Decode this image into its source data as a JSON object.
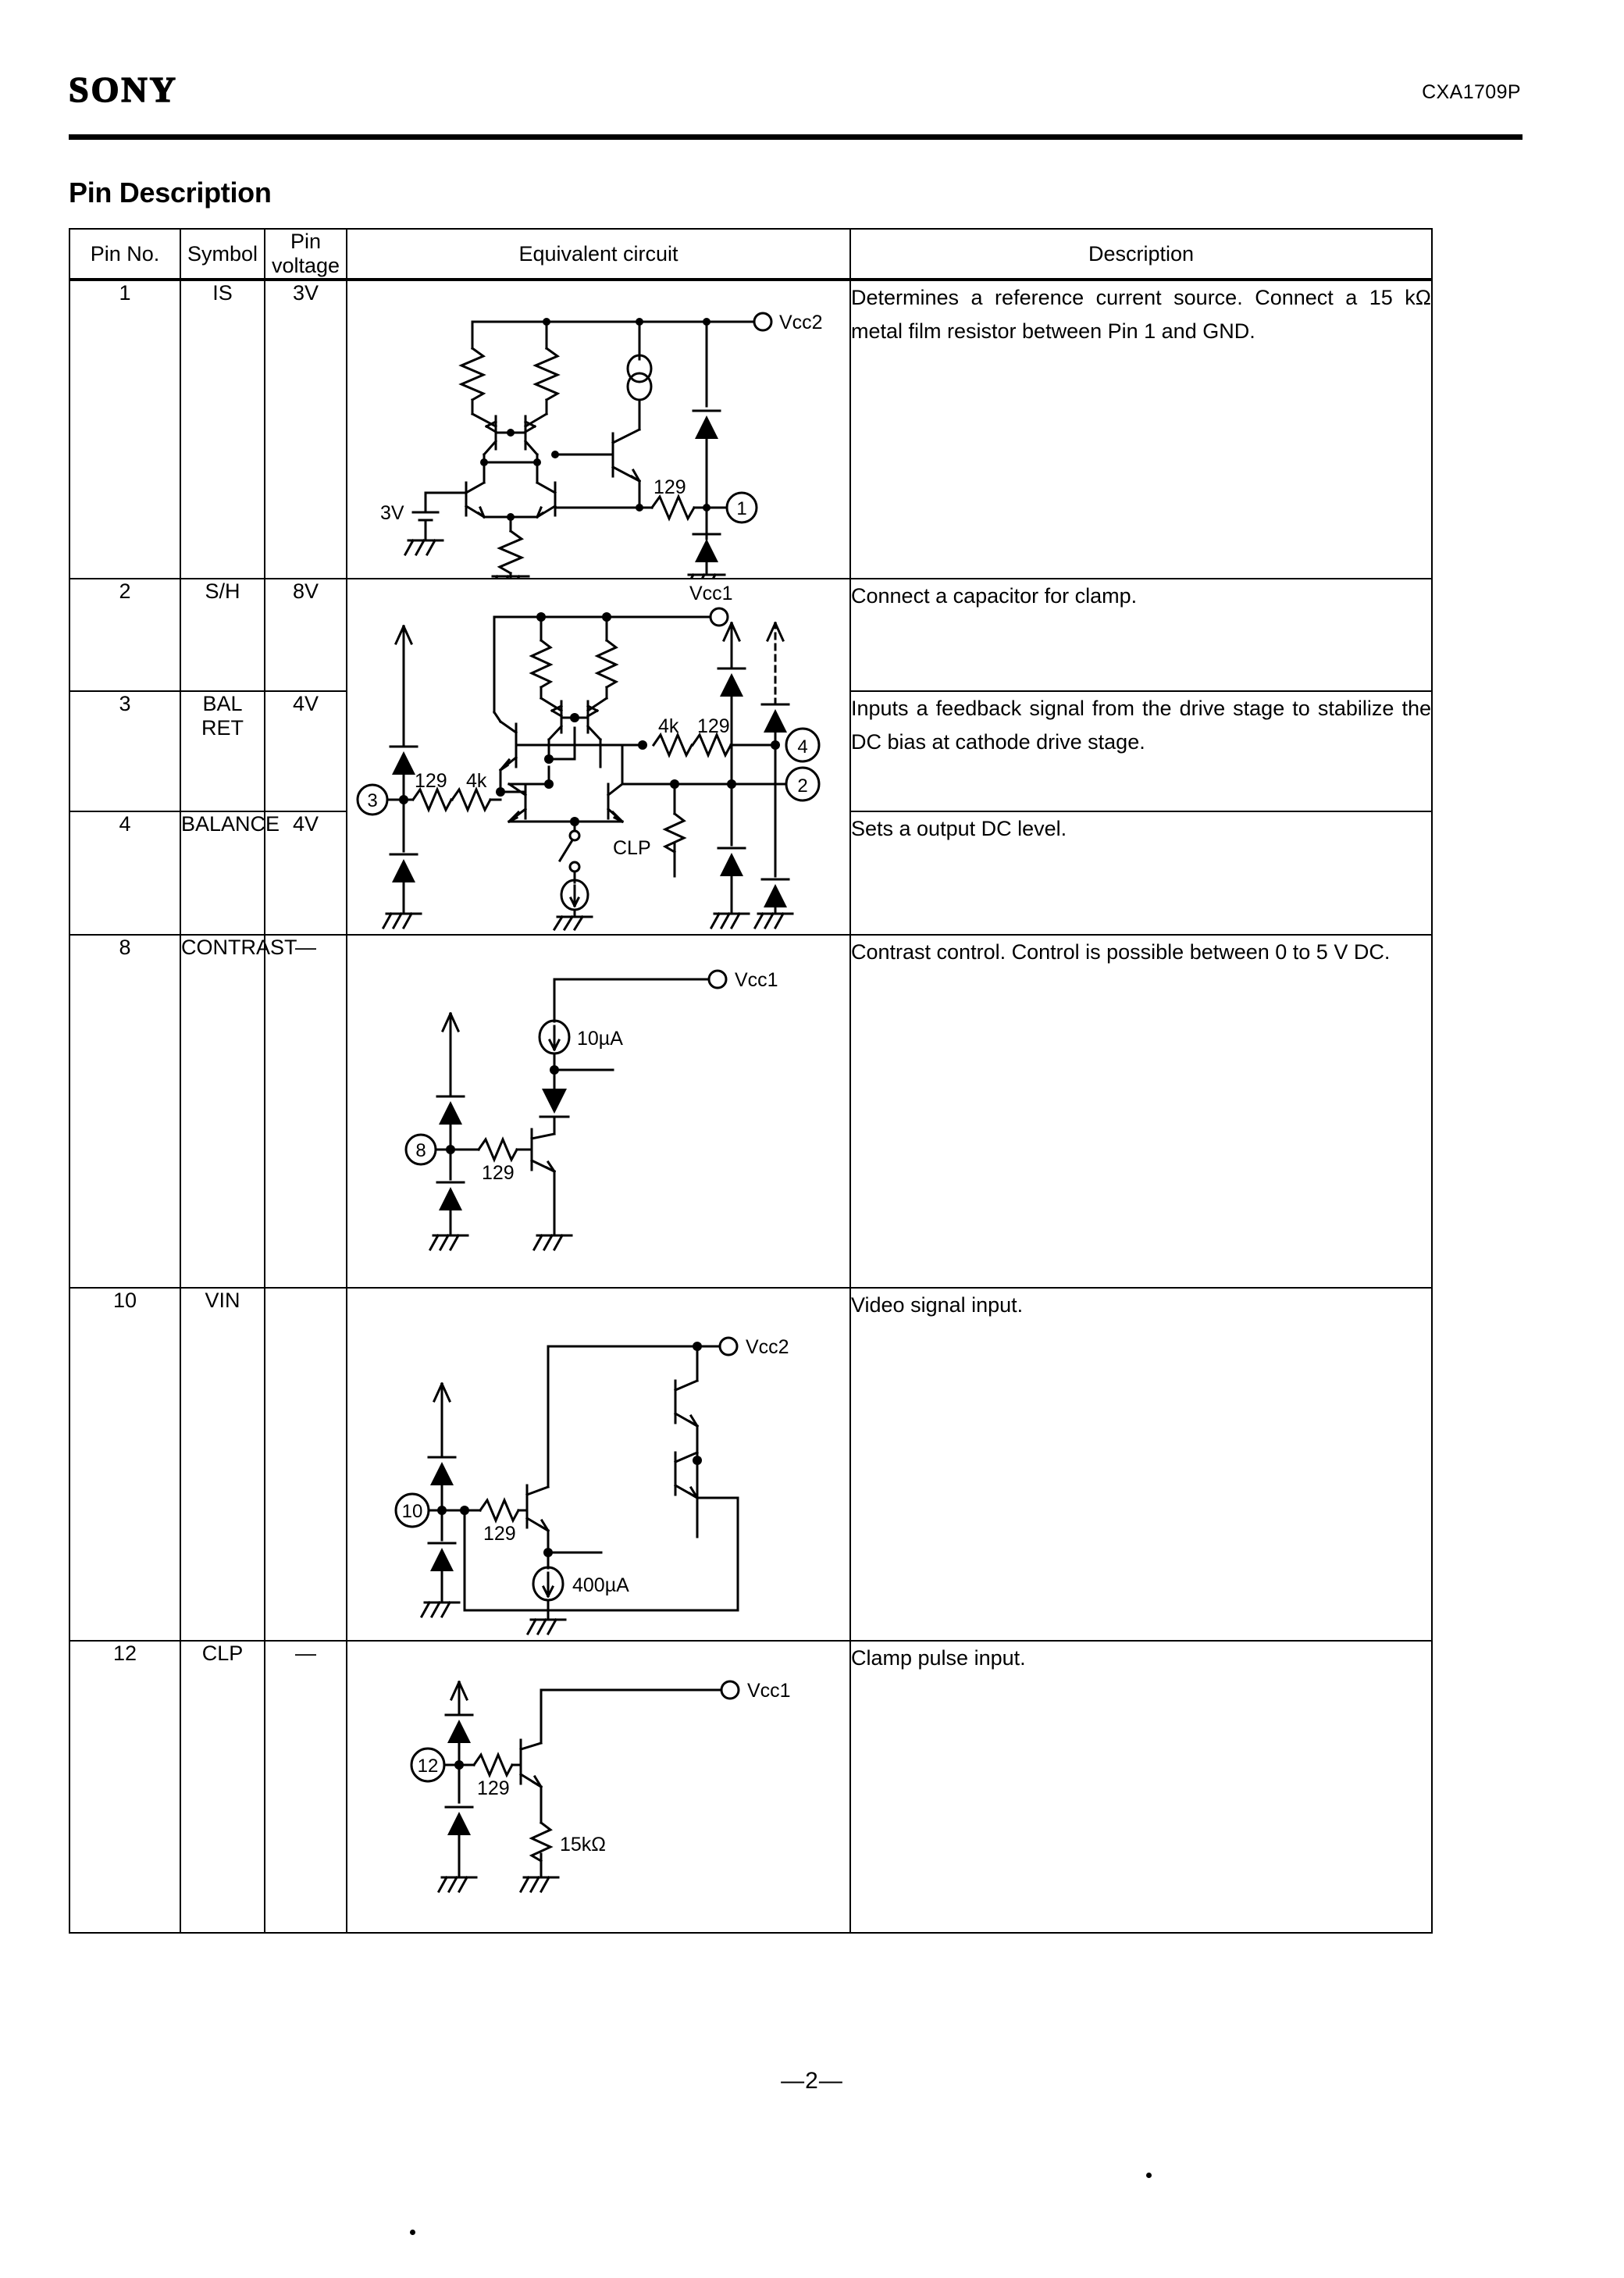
{
  "header": {
    "brand": "SONY",
    "part_number": "CXA1709P"
  },
  "section": {
    "title": "Pin Description"
  },
  "table": {
    "columns": [
      "Pin No.",
      "Symbol",
      "Pin voltage",
      "Equivalent circuit",
      "Description"
    ],
    "rows": [
      {
        "pin_no": "1",
        "symbol": "IS",
        "pin_voltage": "3V",
        "description": "Determines a reference current source.  Connect a 15 kΩ metal film resistor between Pin 1 and GND."
      },
      {
        "pin_no": "2",
        "symbol": "S/H",
        "pin_voltage": "8V",
        "description": "Connect a capacitor for clamp."
      },
      {
        "pin_no": "3",
        "symbol": "BAL RET",
        "pin_voltage": "4V",
        "description": "Inputs a feedback signal from the drive stage to stabilize the DC bias at cathode drive stage."
      },
      {
        "pin_no": "4",
        "symbol": "BALANCE",
        "pin_voltage": "4V",
        "description": "Sets a output DC level."
      },
      {
        "pin_no": "8",
        "symbol": "CONTRAST",
        "pin_voltage": "—",
        "description": "Contrast control.   Control is possible between 0 to 5 V DC."
      },
      {
        "pin_no": "10",
        "symbol": "VIN",
        "pin_voltage": "",
        "description": "Video signal input."
      },
      {
        "pin_no": "12",
        "symbol": "CLP",
        "pin_voltage": "—",
        "description": "Clamp pulse input."
      }
    ]
  },
  "circuits": {
    "pin1": {
      "supply_label": "Vcc2",
      "resistor_label": "129",
      "ref_label": "3V",
      "pin_label": "1"
    },
    "pin234": {
      "supply_label": "Vcc1",
      "left_res_1": "129",
      "left_res_2": "4k",
      "right_res_1": "4k",
      "right_res_2": "129",
      "clp_label": "CLP",
      "pin_label_3": "3",
      "pin_label_4": "4",
      "pin_label_2": "2"
    },
    "pin8": {
      "supply_label": "Vcc1",
      "current_label": "10µA",
      "resistor_label": "129",
      "pin_label": "8"
    },
    "pin10": {
      "supply_label": "Vcc2",
      "current_label": "400µA",
      "resistor_label": "129",
      "pin_label": "10"
    },
    "pin12": {
      "supply_label": "Vcc1",
      "resistor_label": "129",
      "emitter_res_label": "15kΩ",
      "pin_label": "12"
    }
  },
  "footer": {
    "page_number": "—2—"
  }
}
